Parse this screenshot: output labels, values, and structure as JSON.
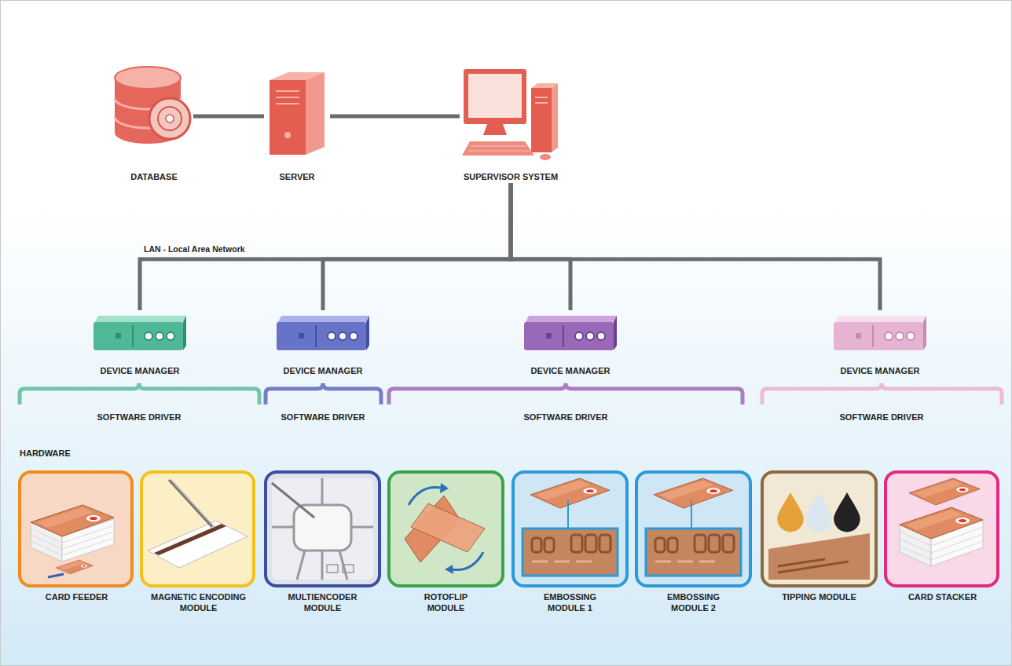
{
  "diagram": {
    "nodes": [
      {
        "text": [
          "DATABASE"
        ]
      },
      {
        "text": [
          "SERVER"
        ]
      },
      {
        "text": [
          "SUPERVISOR SYSTEM"
        ]
      },
      {
        "text": [
          "DEVICE MANAGER"
        ]
      },
      {
        "text": [
          "DEVICE MANAGER"
        ]
      },
      {
        "text": [
          "DEVICE MANAGER"
        ]
      },
      {
        "text": [
          "DEVICE MANAGER"
        ]
      },
      {
        "text": [
          "CARD FEEDER"
        ]
      },
      {
        "text": [
          "MAGNETIC ENCODING MODULE"
        ]
      },
      {
        "text": [
          "MULTIENCODER MODULE"
        ]
      },
      {
        "text": [
          "ROTOFLIP MODULE"
        ]
      },
      {
        "text": [
          "EMBOSSING MODULE 1"
        ]
      },
      {
        "text": [
          "EMBOSSING MODULE 2"
        ]
      },
      {
        "text": [
          "TIPPING MODULE"
        ]
      },
      {
        "text": [
          "CARD STACKER"
        ]
      }
    ],
    "edges": [
      {
        "from": 0,
        "to": 1,
        "arrow": "none"
      },
      {
        "from": 1,
        "to": 2,
        "arrow": "none"
      },
      {
        "from": 2,
        "to": 3,
        "arrow": "none"
      },
      {
        "from": 2,
        "to": 4,
        "arrow": "none"
      },
      {
        "from": 2,
        "to": 5,
        "arrow": "none"
      },
      {
        "from": 2,
        "to": 6,
        "arrow": "none"
      }
    ],
    "labels": [
      "LAN - Local Area Network",
      "SOFTWARE DRIVER",
      "SOFTWARE DRIVER",
      "SOFTWARE DRIVER",
      "SOFTWARE DRIVER",
      "HARDWARE"
    ]
  }
}
